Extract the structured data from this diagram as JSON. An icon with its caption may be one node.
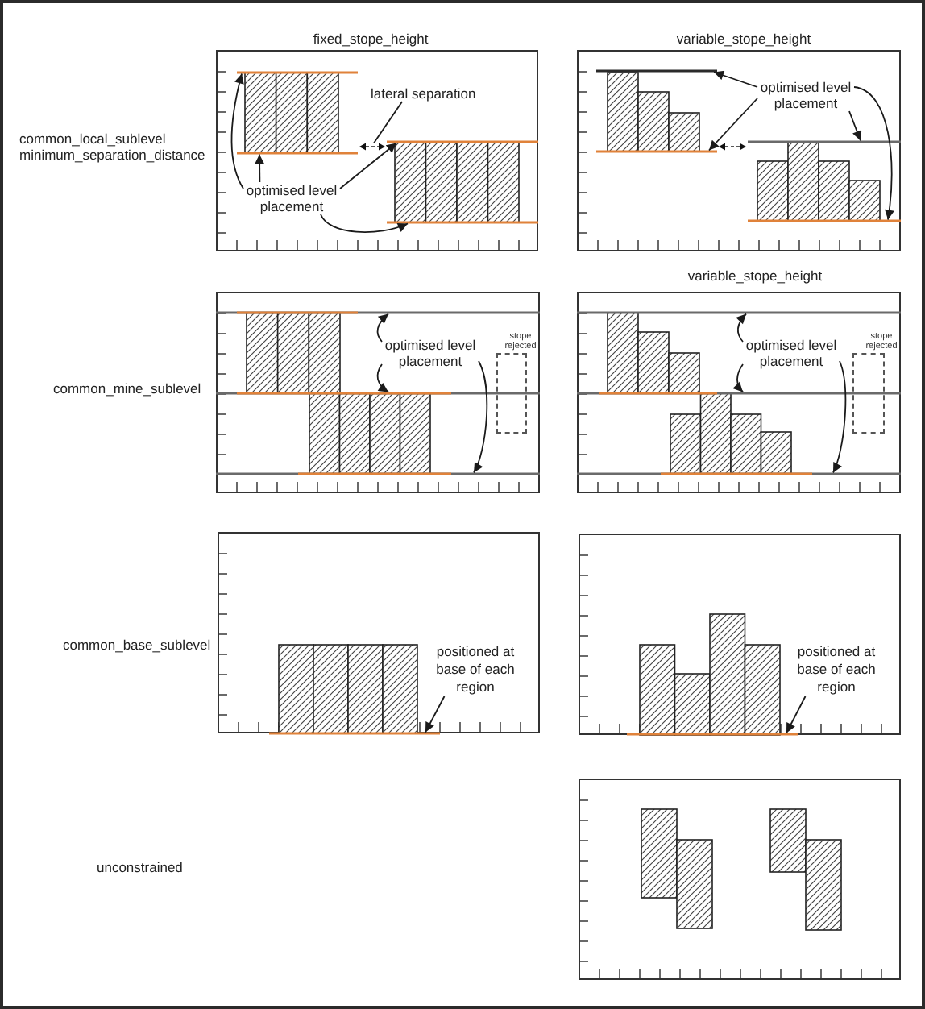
{
  "diagram": {
    "nodes": [
      {
        "text": [
          "fixed_stope_height"
        ]
      },
      {
        "text": [
          "lateral separation"
        ],
        "in": 0
      },
      {
        "text": [
          "optimised level placement"
        ],
        "in": 0
      },
      {
        "text": [],
        "shape": "arrow",
        "in": 0
      },
      {
        "text": [],
        "shape": "line",
        "in": 0
      },
      {
        "text": [],
        "shape": "line",
        "in": 0
      },
      {
        "text": [],
        "shape": "line",
        "in": 0
      },
      {
        "text": [],
        "shape": "line",
        "in": 0
      },
      {
        "text": [
          "variable_stope_height"
        ]
      },
      {
        "text": [
          "optimised level placement"
        ],
        "in": 8
      },
      {
        "text": [],
        "shape": "line",
        "in": 8
      },
      {
        "text": [],
        "shape": "line",
        "in": 8
      },
      {
        "text": [],
        "shape": "line",
        "in": 8
      },
      {
        "text": [],
        "shape": "line",
        "in": 8
      },
      {
        "text": [],
        "shape": "box"
      },
      {
        "text": [
          "optimised level placement"
        ],
        "in": 14
      },
      {
        "text": [
          "stope rejected"
        ],
        "in": 14
      },
      {
        "text": [],
        "shape": "line",
        "in": 14
      },
      {
        "text": [],
        "shape": "line",
        "in": 14
      },
      {
        "text": [],
        "shape": "line",
        "in": 14
      },
      {
        "text": [
          "variable_stope_height"
        ]
      },
      {
        "text": [
          "optimised level placement"
        ],
        "in": 20
      },
      {
        "text": [
          "stope rejected"
        ],
        "in": 20
      },
      {
        "text": [],
        "shape": "line",
        "in": 20
      },
      {
        "text": [],
        "shape": "line",
        "in": 20
      },
      {
        "text": [],
        "shape": "line",
        "in": 20
      },
      {
        "text": [],
        "shape": "box"
      },
      {
        "text": [
          "positioned at base of each region"
        ],
        "in": 26
      },
      {
        "text": [],
        "shape": "line",
        "in": 26
      },
      {
        "text": [],
        "shape": "box"
      },
      {
        "text": [
          "positioned at base of each region"
        ],
        "in": 29
      },
      {
        "text": [],
        "shape": "line",
        "in": 29
      },
      {
        "text": [],
        "shape": "box"
      }
    ],
    "edges": [
      {
        "from": 1,
        "to": 3,
        "arrow": "none"
      },
      {
        "from": 2,
        "to": 4,
        "arrow": "to"
      },
      {
        "from": 2,
        "to": 5,
        "arrow": "to"
      },
      {
        "from": 2,
        "to": 6,
        "arrow": "to"
      },
      {
        "from": 2,
        "to": 7,
        "arrow": "to"
      },
      {
        "from": 9,
        "to": 10,
        "arrow": "to"
      },
      {
        "from": 9,
        "to": 11,
        "arrow": "to"
      },
      {
        "from": 9,
        "to": 12,
        "arrow": "to"
      },
      {
        "from": 9,
        "to": 13,
        "arrow": "to"
      },
      {
        "from": 15,
        "to": 17,
        "arrow": "to"
      },
      {
        "from": 15,
        "to": 18,
        "arrow": "to"
      },
      {
        "from": 15,
        "to": 19,
        "arrow": "to"
      },
      {
        "from": 21,
        "to": 23,
        "arrow": "to"
      },
      {
        "from": 21,
        "to": 24,
        "arrow": "to"
      },
      {
        "from": 21,
        "to": 25,
        "arrow": "to"
      },
      {
        "from": 27,
        "to": 28,
        "arrow": "to"
      },
      {
        "from": 30,
        "to": 31,
        "arrow": "to"
      }
    ],
    "labels": [
      "common_local_sublevel",
      "minimum_separation_distance",
      "common_mine_sublevel",
      "common_base_sublevel",
      "unconstrained"
    ]
  }
}
